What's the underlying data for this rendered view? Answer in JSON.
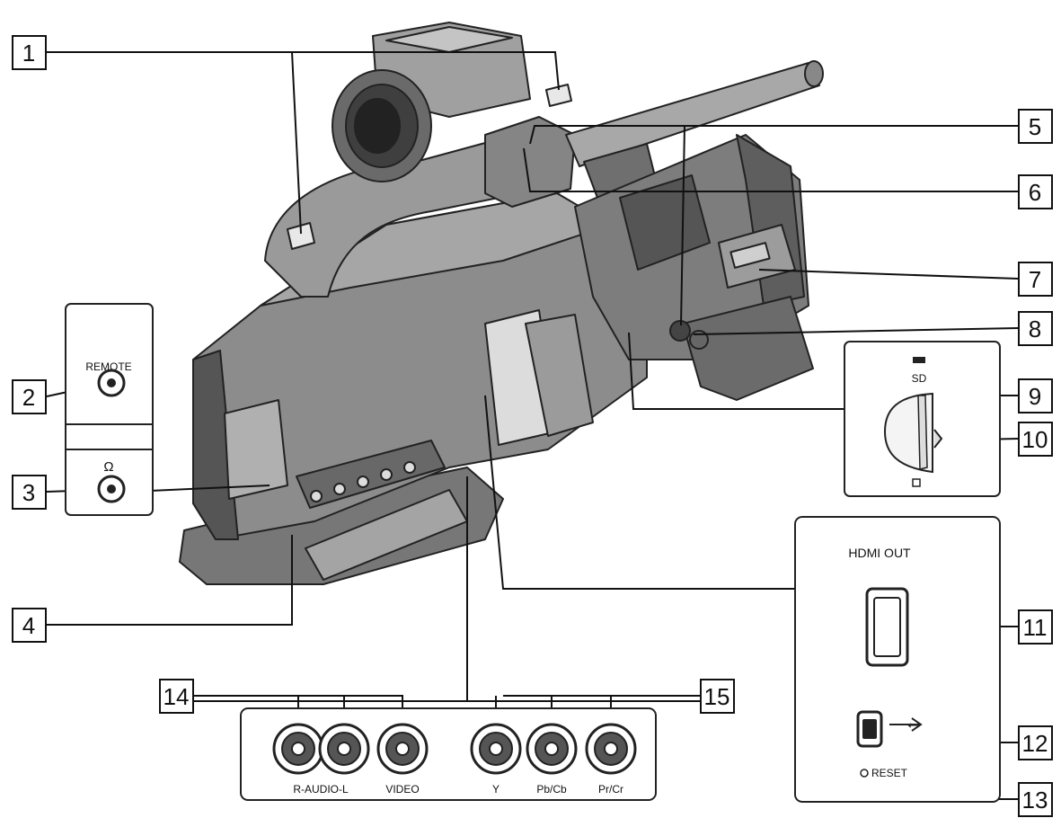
{
  "callouts": {
    "n1": "1",
    "n2": "2",
    "n3": "3",
    "n4": "4",
    "n5": "5",
    "n6": "6",
    "n7": "7",
    "n8": "8",
    "n9": "9",
    "n10": "10",
    "n11": "11",
    "n12": "12",
    "n13": "13",
    "n14": "14",
    "n15": "15"
  },
  "panel_labels": {
    "remote": "REMOTE",
    "headphone_symbol": "Ω",
    "sd": "SD",
    "hdmi_out": "HDMI OUT",
    "usb_symbol": "⭠",
    "reset": "RESET",
    "audio": "R-AUDIO-L",
    "video": "VIDEO",
    "y": "Y",
    "pb_cb": "Pb/Cb",
    "pr_cr": "Pr/Cr"
  }
}
